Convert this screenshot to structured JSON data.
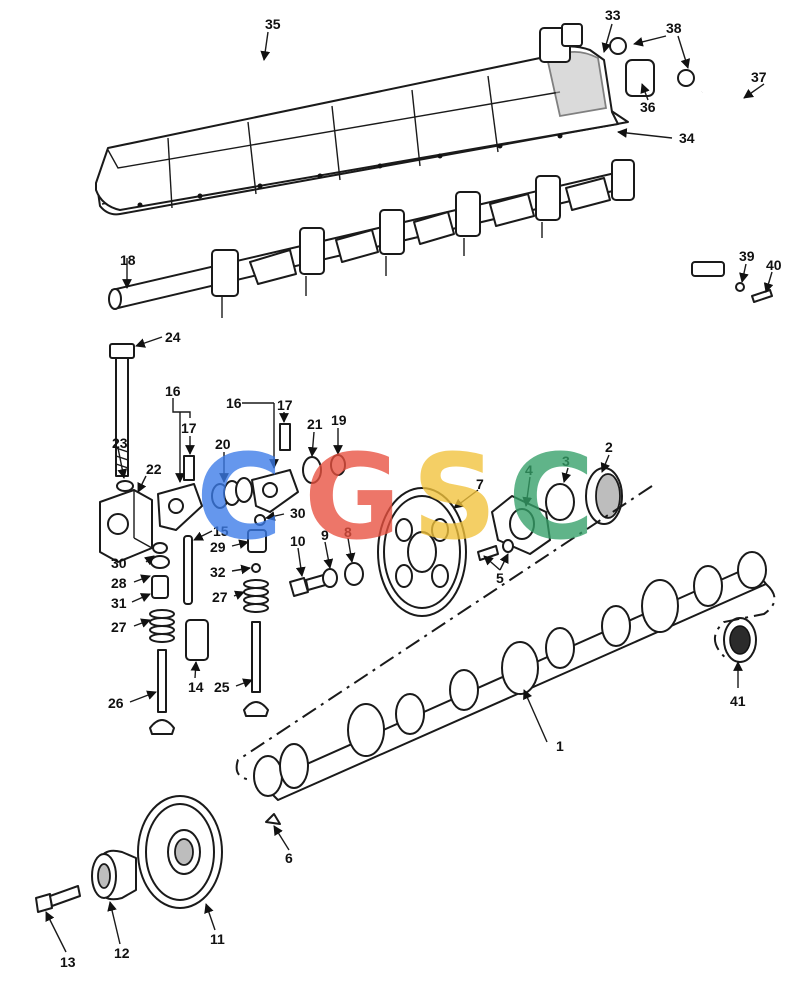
{
  "diagram": {
    "callouts": [
      "1",
      "2",
      "3",
      "4",
      "5",
      "6",
      "7",
      "8",
      "9",
      "10",
      "11",
      "12",
      "13",
      "14",
      "15",
      "16",
      "16",
      "17",
      "17",
      "18",
      "19",
      "20",
      "21",
      "22",
      "23",
      "24",
      "25",
      "26",
      "27",
      "27",
      "28",
      "29",
      "30",
      "30",
      "31",
      "32",
      "33",
      "34",
      "35",
      "36",
      "37",
      "38",
      "39",
      "40",
      "41"
    ],
    "watermark": {
      "text": "CGSC",
      "letters": [
        "C",
        "G",
        "S",
        "C"
      ],
      "colors": [
        "#3b7be8",
        "#e8503f",
        "#f2c23a",
        "#34a068"
      ]
    }
  }
}
